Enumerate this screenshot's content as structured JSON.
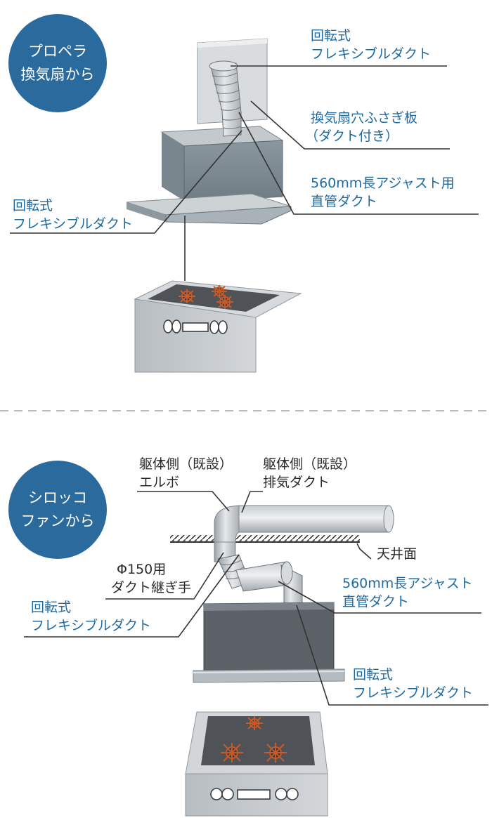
{
  "section1": {
    "badge": [
      "プロペラ",
      "換気扇から"
    ],
    "labels": {
      "flex_top": [
        "回転式",
        "フレキシブルダクト"
      ],
      "plate": [
        "換気扇穴ふさぎ板",
        "（ダクト付き）"
      ],
      "straight": [
        "560mm長アジャスト用",
        "直管ダクト"
      ],
      "flex_left": [
        "回転式",
        "フレキシブルダクト"
      ]
    }
  },
  "section2": {
    "badge": [
      "シロッコ",
      "ファンから"
    ],
    "labels": {
      "elbow": [
        "躯体側（既設）",
        "エルボ"
      ],
      "exhaust": [
        "躯体側（既設）",
        "排気ダクト"
      ],
      "ceiling": "天井面",
      "joint": [
        "Φ150用",
        "ダクト継ぎ手"
      ],
      "flex_left": [
        "回転式",
        "フレキシブルダクト"
      ],
      "straight": [
        "560mm長アジャスト",
        "直管ダクト"
      ],
      "flex_right": [
        "回転式",
        "フレキシブルダクト"
      ]
    }
  },
  "colors": {
    "badge": "#2a6a9c",
    "label_blue": "#1d6aa3",
    "label_dark": "#2a2a2a",
    "leader": "#333333",
    "metal": "#9aa6ae",
    "divider": "#bbbbbb"
  }
}
